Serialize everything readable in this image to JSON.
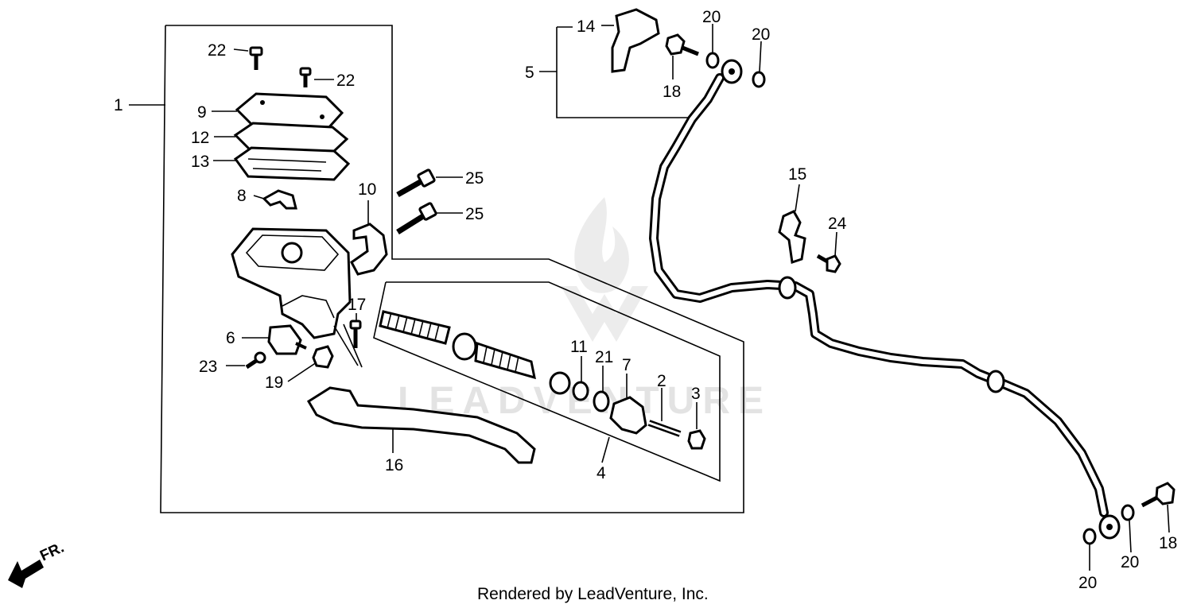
{
  "callouts": {
    "c1": "1",
    "c2": "2",
    "c3": "3",
    "c4": "4",
    "c5": "5",
    "c6": "6",
    "c7": "7",
    "c8": "8",
    "c9": "9",
    "c10": "10",
    "c11": "11",
    "c12": "12",
    "c13": "13",
    "c14": "14",
    "c15": "15",
    "c16": "16",
    "c17": "17",
    "c18a": "18",
    "c18b": "18",
    "c19": "19",
    "c20a": "20",
    "c20b": "20",
    "c20c": "20",
    "c20d": "20",
    "c21": "21",
    "c22a": "22",
    "c22b": "22",
    "c23": "23",
    "c24": "24",
    "c25a": "25",
    "c25b": "25"
  },
  "direction_label": "FR.",
  "watermark": "LEADVENTURE",
  "footer": "Rendered by LeadVenture, Inc."
}
